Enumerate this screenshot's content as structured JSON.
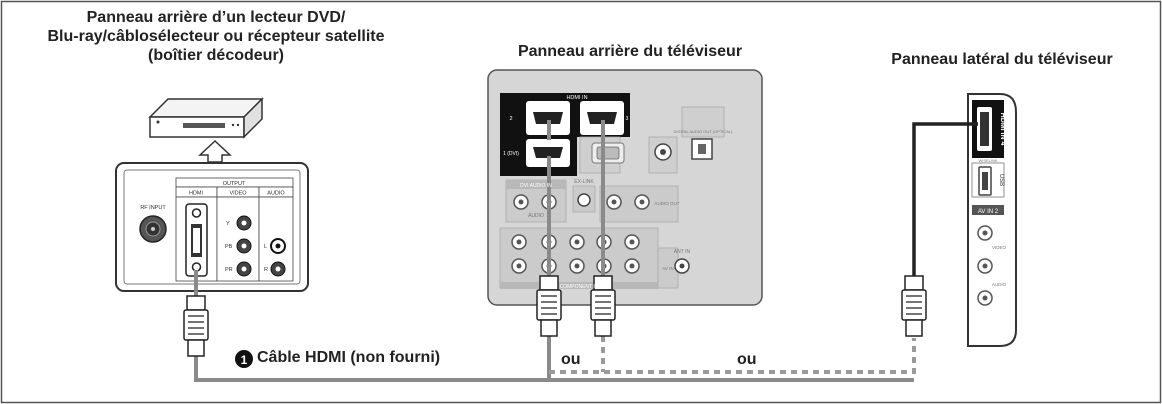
{
  "titles": {
    "source_device_line1": "Panneau arrière d’un lecteur DVD/",
    "source_device_line2": "Blu-ray/câblosélecteur ou récepteur satellite",
    "source_device_line3": "(boîtier décodeur)",
    "tv_rear": "Panneau arrière du téléviseur",
    "tv_side": "Panneau latéral du téléviseur"
  },
  "cable": {
    "number": "1",
    "label": "Câble HDMI (non fourni)"
  },
  "or_labels": [
    "ou",
    "ou"
  ],
  "source_panel": {
    "output": "OUTPUT",
    "hdmi": "HDMI",
    "video": "VIDEO",
    "audio": "AUDIO",
    "rf_input": "RF INPUT",
    "y": "Y",
    "pb": "PB",
    "pr": "PR",
    "l": "L",
    "r": "R"
  },
  "tv_rear_panel": {
    "hdmi_in": "HDMI IN",
    "port_1_dvi": "1 (DVI)",
    "port_2": "2",
    "port_3": "3",
    "digital_audio_out": "DIGITAL AUDIO OUT (OPTICAL)",
    "ex_link": "EX-LINK",
    "dvi_audio_in": "DVI AUDIO IN",
    "audio": "AUDIO",
    "audio_out": "AUDIO OUT",
    "ant_in": "ANT IN",
    "component_in": "COMPONENT IN",
    "av_in": "AV IN"
  },
  "tv_side_panel": {
    "hdmi_in_4": "HDMI IN 4",
    "usb": "USB",
    "wiselink": "WISELINK",
    "av_in_2": "AV IN 2",
    "video": "VIDEO",
    "audio": "AUDIO"
  },
  "colors": {
    "border": "#555555",
    "cable_solid": "#8a8a8a",
    "cable_dashed": "#9a9a9a",
    "tv_panel": "#d6d6d6",
    "hdmi_block": "#111111"
  }
}
